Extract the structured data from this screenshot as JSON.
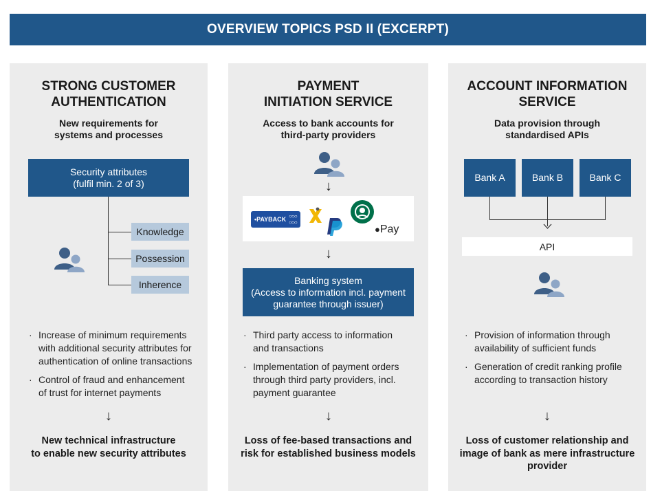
{
  "header": {
    "title": "OVERVIEW TOPICS PSD II (EXCERPT)"
  },
  "colors": {
    "primary": "#20578a",
    "light_blue": "#b6c9dc",
    "panel": "#ececec"
  },
  "col1": {
    "title_line1": "STRONG CUSTOMER",
    "title_line2": "AUTHENTICATION",
    "sub_line1": "New requirements for",
    "sub_line2": "systems and processes",
    "box_line1": "Security attributes",
    "box_line2": "(fulfil min. 2 of 3)",
    "attributes": [
      "Knowledge",
      "Possession",
      "Inherence"
    ],
    "icon": "people-icon",
    "bullets": [
      {
        "l1": "Increase of minimum requirements",
        "l2": "with additional security attributes for",
        "l3": "authentication of online transactions"
      },
      {
        "l1": "Control of fraud and enhancement",
        "l2": "of trust for internet payments"
      }
    ],
    "arrow": "↓",
    "concl_line1": "New technical infrastructure",
    "concl_line2": "to enable new security attributes"
  },
  "col2": {
    "title_line1": "PAYMENT",
    "title_line2": "INITIATION SERVICE",
    "sub_line1": "Access to bank accounts for",
    "sub_line2": "third-party providers",
    "icon": "people-icon",
    "arrow": "↓",
    "logos": {
      "payback": "•PAYBACK",
      "pay": "Pay"
    },
    "box_line1": "Banking system",
    "box_line2": "(Access to information incl. payment",
    "box_line3": "guarantee through issuer)",
    "bullets": [
      {
        "l1": "Third party access to information",
        "l2": "and transactions"
      },
      {
        "l1": "Implementation of payment orders",
        "l2": "through third party providers, incl.",
        "l3": "payment guarantee"
      }
    ],
    "concl_line1": "Loss of fee-based transactions and",
    "concl_line2": "risk for established business models"
  },
  "col3": {
    "title_line1": "ACCOUNT INFORMATION",
    "title_line2": "SERVICE",
    "sub_line1": "Data provision through",
    "sub_line2": "standardised APIs",
    "banks": [
      "Bank A",
      "Bank B",
      "Bank C"
    ],
    "api": "API",
    "icon": "people-icon",
    "bullets": [
      {
        "l1": "Provision of information through",
        "l2": "availability of sufficient funds"
      },
      {
        "l1": "Generation of credit ranking profile",
        "l2": "according to transaction history"
      }
    ],
    "arrow": "↓",
    "concl_line1": "Loss of customer relationship and",
    "concl_line2": "image of bank as mere infrastructure",
    "concl_line3": "provider"
  }
}
